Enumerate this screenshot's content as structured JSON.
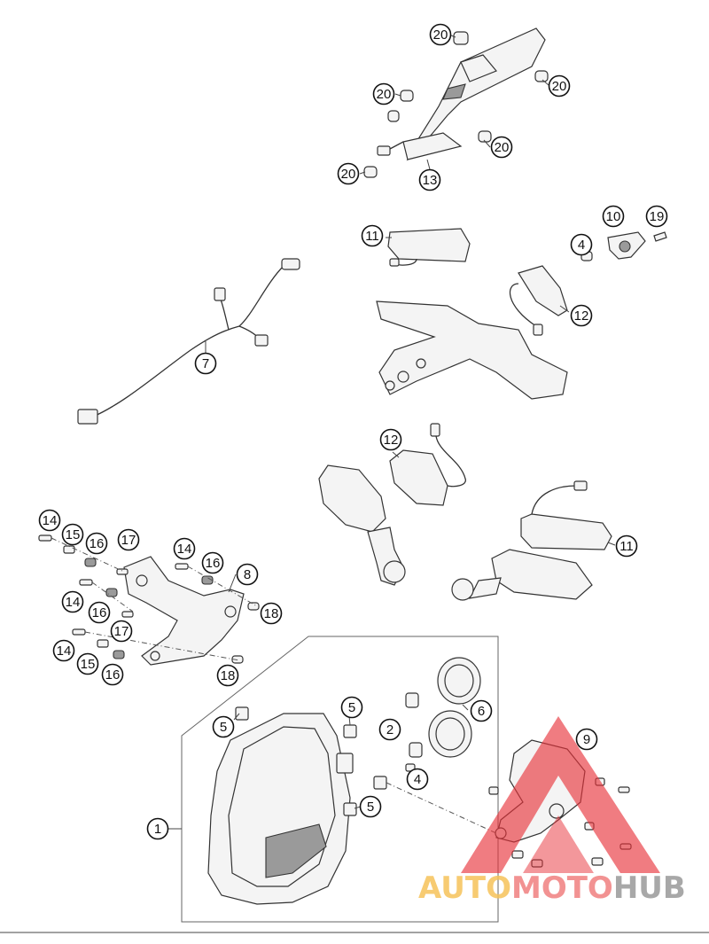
{
  "diagram": {
    "callouts": [
      {
        "id": "c20a",
        "label": "20"
      },
      {
        "id": "c20b",
        "label": "20"
      },
      {
        "id": "c20c",
        "label": "20"
      },
      {
        "id": "c20d",
        "label": "20"
      },
      {
        "id": "c20e",
        "label": "20"
      },
      {
        "id": "c13",
        "label": "13"
      },
      {
        "id": "c11a",
        "label": "11"
      },
      {
        "id": "c10",
        "label": "10"
      },
      {
        "id": "c19",
        "label": "19"
      },
      {
        "id": "c4a",
        "label": "4"
      },
      {
        "id": "c12a",
        "label": "12"
      },
      {
        "id": "c7",
        "label": "7"
      },
      {
        "id": "c12b",
        "label": "12"
      },
      {
        "id": "c11b",
        "label": "11"
      },
      {
        "id": "c14a",
        "label": "14"
      },
      {
        "id": "c15a",
        "label": "15"
      },
      {
        "id": "c16a",
        "label": "16"
      },
      {
        "id": "c17a",
        "label": "17"
      },
      {
        "id": "c14b",
        "label": "14"
      },
      {
        "id": "c16b",
        "label": "16"
      },
      {
        "id": "c8",
        "label": "8"
      },
      {
        "id": "c14c",
        "label": "14"
      },
      {
        "id": "c16c",
        "label": "16"
      },
      {
        "id": "c18a",
        "label": "18"
      },
      {
        "id": "c17b",
        "label": "17"
      },
      {
        "id": "c14d",
        "label": "14"
      },
      {
        "id": "c15b",
        "label": "15"
      },
      {
        "id": "c16d",
        "label": "16"
      },
      {
        "id": "c18b",
        "label": "18"
      },
      {
        "id": "c5a",
        "label": "5"
      },
      {
        "id": "c5b",
        "label": "5"
      },
      {
        "id": "c2",
        "label": "2"
      },
      {
        "id": "c6",
        "label": "6"
      },
      {
        "id": "c9",
        "label": "9"
      },
      {
        "id": "c4b",
        "label": "4"
      },
      {
        "id": "c5c",
        "label": "5"
      },
      {
        "id": "c1",
        "label": "1"
      }
    ]
  },
  "watermark": {
    "part1": "AUTO",
    "part2": "MOTO",
    "part3": "HUB",
    "colors": {
      "part1": "#f6c35a",
      "part2": "#f08080",
      "part3": "#9a9a9a",
      "triangle": "#e8333a"
    }
  }
}
